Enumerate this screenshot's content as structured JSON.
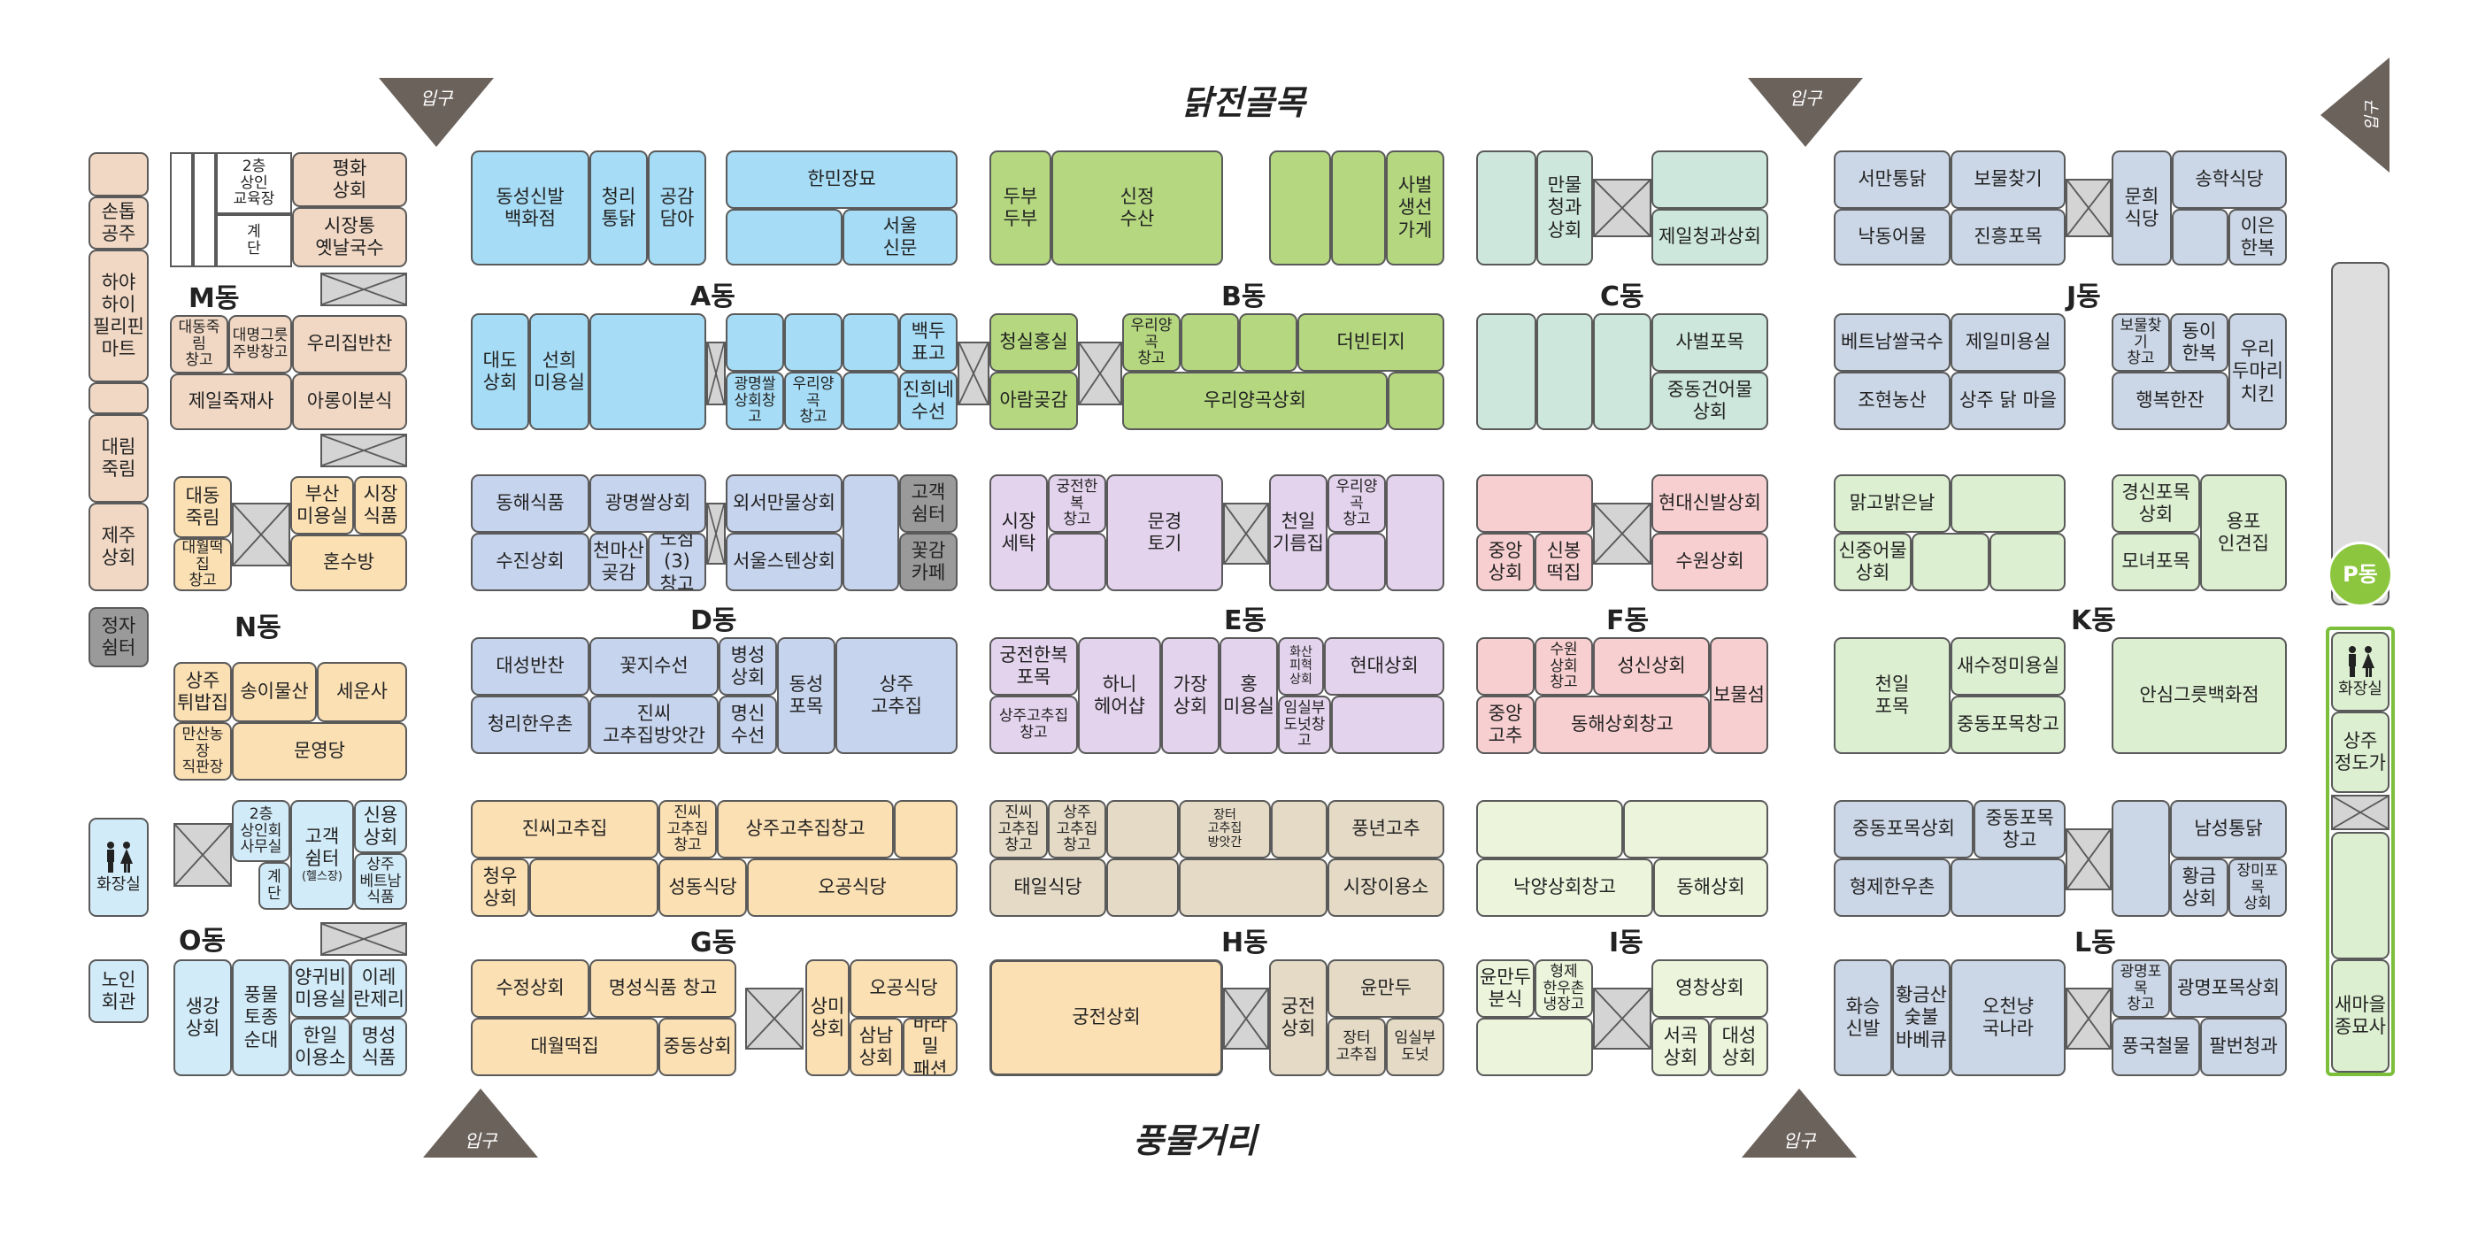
{
  "streets": {
    "top": "닭전골목",
    "bottom": "풍물거리"
  },
  "entrances": {
    "label": "입구",
    "side_label": "입구"
  },
  "zones": {
    "M": "M동",
    "N": "N동",
    "O": "O동",
    "A": "A동",
    "B": "B동",
    "C": "C동",
    "J": "J동",
    "D": "D동",
    "E": "E동",
    "F": "F동",
    "K": "K동",
    "G": "G동",
    "H": "H동",
    "I": "I동",
    "L": "L동",
    "P": "P동"
  },
  "restroom_label": "화장실",
  "stores": {
    "m_sontop": "손톱\n공주",
    "m_haya": "하야\n하이\n필리핀\n마트",
    "m_daerim": "대림\n죽림",
    "m_jeju": "제주\n상회",
    "m_jeongja": "정자\n쉼터",
    "m_gyoyuk": "2층\n상인\n교육장",
    "m_gyedan": "계\n단",
    "m_pyeonghwa": "평화\n상회",
    "m_sijangtong": "시장통\n옛날국수",
    "m_daedong_changgo": "대동죽림\n창고",
    "m_daemyeong": "대명그릇\n주방창고",
    "m_uri_banchan": "우리집반찬",
    "m_jeil_juk": "제일죽재사",
    "m_areum": "아롱이분식",
    "n_daedong": "대동\n죽림",
    "n_daewol_changgo": "대월떡집\n창고",
    "n_busan": "부산\n미용실",
    "n_sijang_sikpum": "시장\n식품",
    "n_honsu": "혼수방",
    "n_sangju_twi": "상주\n튀밥집",
    "n_songi": "송이물산",
    "n_seun": "세운사",
    "n_mansan": "만산농장\n직판장",
    "n_munyeong": "문영당",
    "o_sangin": "2층\n상인회\n사무실",
    "o_gyedan": "계\n단",
    "o_gogaek": "고객\n쉼터",
    "o_gogaek_sub": "(헬스장)",
    "o_sinyong": "신용\n상회",
    "o_sangju_beteu": "상주\n베트남\n식품",
    "o_noin": "노인\n회관",
    "o_saenggang": "생강\n상회",
    "o_pungmul": "풍물\n토종\n순대",
    "o_yanggwibi": "양귀비\n미용실",
    "o_ire": "이레\n란제리",
    "o_hanil": "한일\n이용소",
    "o_myeongseong": "명성\n식품",
    "a_dongseong": "동성신발\n백화점",
    "a_cheongri": "청리\n통닭",
    "a_gonggam": "공감\n담아",
    "a_hanmin": "한민장묘",
    "a_seoul_sinmun": "서울\n신문",
    "a_daedo": "대도\n상회",
    "a_seonhui": "선희\n미용실",
    "a_gwangmyeong_ssal": "광명쌀\n상회창고",
    "a_uri_yanggok": "우리양곡\n창고",
    "a_baekdu": "백두\n표고",
    "a_jinhui": "진희네\n수선",
    "b_dubu": "두부\n두부",
    "b_sinjeong": "신정\n수산",
    "b_sabeol": "사벌\n생선\n가게",
    "b_cheongsil": "청실홍실",
    "b_areum": "아람곶감",
    "b_uri_changgo": "우리양곡\n창고",
    "b_deobin": "더빈티지",
    "b_uri_sanghoe": "우리양곡상회",
    "c_manmul": "만물\n청과\n상회",
    "c_jeil_cheonggwa": "제일청과상회",
    "c_sabeol_pomok": "사벌포목",
    "c_jungdong_geon": "중동건어물\n상회",
    "j_seoman": "서만통닭",
    "j_bomul": "보물찾기",
    "j_munhui": "문희\n식당",
    "j_songhak": "송학식당",
    "j_nakdong": "낙동어물",
    "j_jinheung": "진흥포목",
    "j_ieun": "이은\n한복",
    "j_beteu": "베트남쌀국수",
    "j_jeil_miyong": "제일미용실",
    "j_bomul_changgo": "보물찾기\n창고",
    "j_dongi": "동이\n한복",
    "j_uri_dumari": "우리\n두마리\n치킨",
    "j_johyeon": "조현농산",
    "j_sangju_dak": "상주 닭 마을",
    "j_haengbok": "행복한잔",
    "d_donghae": "동해식품",
    "d_gwangmyeong_ssal": "광명쌀상회",
    "d_oeseo": "외서만물상회",
    "d_gogaek": "고객\n쉼터",
    "d_sujin": "수진상회",
    "d_cheonmasan": "천마산\n곶감",
    "d_nojeom": "노점(3)\n창고",
    "d_seoul_stain": "서울스텐상회",
    "d_kkotgam": "꽃감\n카페",
    "d_daeseong": "대성반찬",
    "d_kkotji": "꽃지수선",
    "d_byeongseong": "병성\n상회",
    "d_dongseong_pomok": "동성\n포목",
    "d_sangju_gochu": "상주\n고추집",
    "d_cheongri_hanu": "청리한우촌",
    "d_jinssi_bangat": "진씨\n고추집방앗간",
    "d_myeongsin": "명신\n수선",
    "e_sijang_setak": "시장\n세탁",
    "e_gungjeon_hanbok_changgo": "궁전한복\n창고",
    "e_mungyeong": "문경\n토기",
    "e_cheonil_gireum": "천일\n기름집",
    "e_uri_changgo": "우리양곡\n창고",
    "e_gungjeon_pomok": "궁전한복\n포목",
    "e_hani": "하니\n헤어샵",
    "e_gajang": "가장\n상회",
    "e_hong": "홍\n미용실",
    "e_hwasan": "화산\n피혁\n상회",
    "e_hyeondae": "현대상회",
    "e_sangju_gochu_changgo": "상주고추집\n창고",
    "e_imsilbu": "임실부\n도넛창고",
    "f_hyeondae_sinbal": "현대신발상회",
    "f_jungang": "중앙\n상회",
    "f_sinbong": "신봉\n떡집",
    "f_suwon": "수원상회",
    "f_suwon_changgo": "수원\n상회\n창고",
    "f_seongsin": "성신상회",
    "f_bomulseom": "보물섬",
    "f_jungang_gochu": "중앙\n고추",
    "f_donghae_changgo": "동해상회창고",
    "k_malgo": "맑고밝은날",
    "k_gyeongsin": "경신포목\n상회",
    "k_yongpo": "용포\n인견집",
    "k_sinjung": "신중어물\n상회",
    "k_monyeo": "모녀포목",
    "k_cheonil_pomok": "천일\n포목",
    "k_saesujeong": "새수정미용실",
    "k_jungdong_changgo": "중동포목창고",
    "k_ansim": "안심그릇백화점",
    "g_jinssi": "진씨고추집",
    "g_jinssi_changgo": "진씨\n고추집\n창고",
    "g_sangju_changgo": "상주고추집창고",
    "g_cheongu": "청우\n상회",
    "g_seongdong": "성동식당",
    "g_ogong": "오공식당",
    "g_sujeong": "수정상회",
    "g_myeongseong": "명성식품 창고",
    "g_sangmi": "상미\n상회",
    "g_ogong2": "오공식당",
    "g_daewol": "대월떡집",
    "g_jungdong": "중동상회",
    "g_samnam": "삼남\n상회",
    "g_baramil": "바라밀\n패션",
    "h_jinssi_changgo": "진씨\n고추집\n창고",
    "h_sangju_changgo": "상주\n고추집\n창고",
    "h_jangteo": "장터\n고추집\n방앗간",
    "h_pungnyeon": "풍년고추",
    "h_taeil": "태일식당",
    "h_sijang_iyong": "시장이용소",
    "h_gungjeon": "궁전상회",
    "h_gungjeon2": "궁전\n상회",
    "h_yunmandu": "윤만두",
    "h_jangteo_gochu": "장터\n고추집",
    "h_imsilbu": "임실부\n도넛",
    "i_nagyang": "낙양상회창고",
    "i_donghae": "동해상회",
    "i_yunmandu": "윤만두\n분식",
    "i_hyeongje": "형제\n한우촌\n냉장고",
    "i_yeongchang": "영창상회",
    "i_seogok": "서곡\n상회",
    "i_daeseong": "대성\n상회",
    "l_jungdong_pomok": "중동포목상회",
    "l_jungdong_changgo": "중동포목\n창고",
    "l_namseong": "남성통닭",
    "l_hyeongje": "형제한우촌",
    "l_hwanggeum": "황금\n상회",
    "l_jangmi": "장미포목\n상회",
    "l_hwaseung": "화승\n신발",
    "l_hwanggeumsan": "황금산\n숯불\n바베큐",
    "l_ocheonnyang": "오천냥\n국나라",
    "l_gwangmyeong_changgo": "광명포목\n창고",
    "l_gwangmyeong_pomok": "광명포목상회",
    "l_pungguk": "풍국철물",
    "l_palbeon": "팔번청과",
    "p_sangju_jeongdo": "상주\n정도가",
    "p_saemaeul": "새마을\n종묘사"
  }
}
